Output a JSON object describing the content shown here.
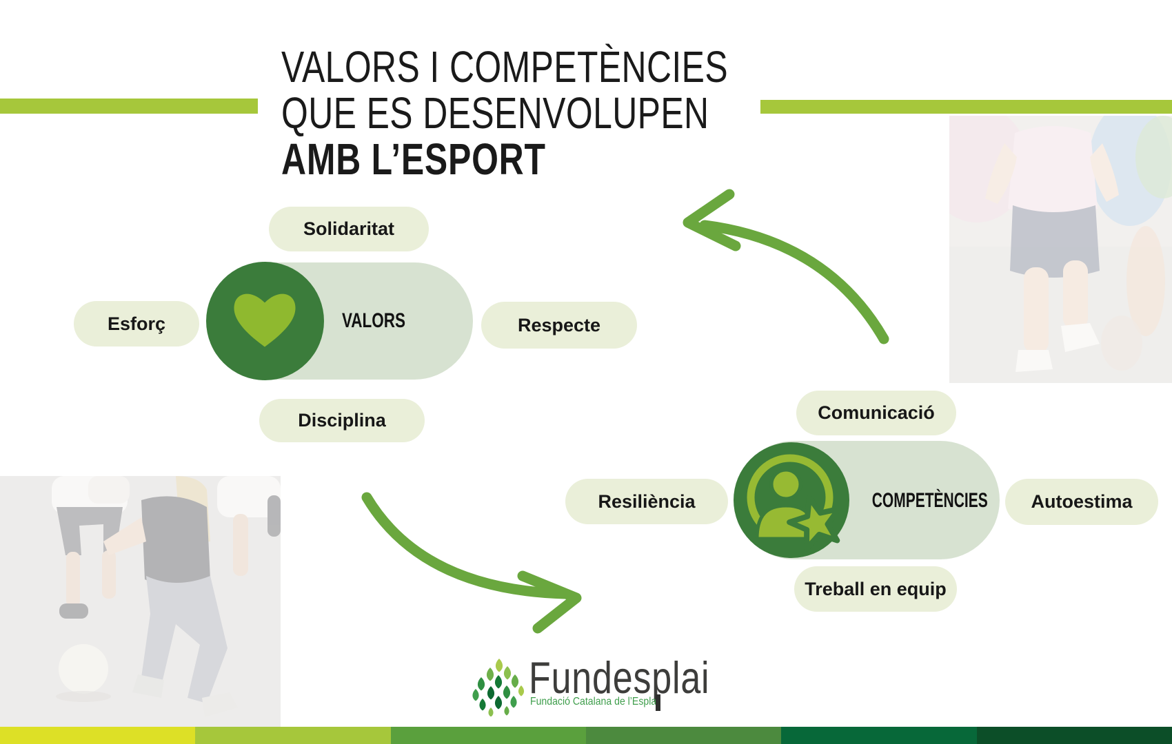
{
  "title": {
    "line1": "VALORS I COMPETÈNCIES",
    "line2": "QUE ES DESENVOLUPEN",
    "line3": "AMB L’ESPORT"
  },
  "clusters": {
    "valors": {
      "label": "VALORS",
      "icon": "heart-icon",
      "items": {
        "top": "Solidaritat",
        "left": "Esforç",
        "right": "Respecte",
        "bottom": "Disciplina"
      }
    },
    "competencies": {
      "label": "COMPETÈNCIES",
      "icon": "person-star-icon",
      "items": {
        "top": "Comunicació",
        "left": "Resiliència",
        "right": "Autoestima",
        "bottom": "Treball en equip"
      }
    }
  },
  "logo": {
    "name": "Fundesplai",
    "tagline": "Fundació Catalana de l’Esplai"
  },
  "images": {
    "top_right": {
      "name": "running-child-photo",
      "description": "Faded photo of a small child running outdoors seen from behind, pink shirt, dark shorts, white sneakers"
    },
    "bottom_left": {
      "name": "street-football-photo",
      "description": "Faded photo of children playing football on a concrete playground with a white ball"
    }
  },
  "colors": {
    "accent_bar": "#a6c73b",
    "arrow_green": "#6aa73e",
    "hub_circle_green": "#3b7c3b",
    "icon_light_green": "#97ba33",
    "hub_pill": "#d7e2d1",
    "item_pill": "#eaefd9",
    "title_text": "#1a1a1a",
    "logo_text": "#3d3d3b",
    "tagline_green": "#3f9e4c"
  },
  "footer": {
    "stripe_colors": [
      "#dde026",
      "#a6c73b",
      "#5aa03d",
      "#4c8a3e",
      "#076839",
      "#0c4e28"
    ]
  }
}
